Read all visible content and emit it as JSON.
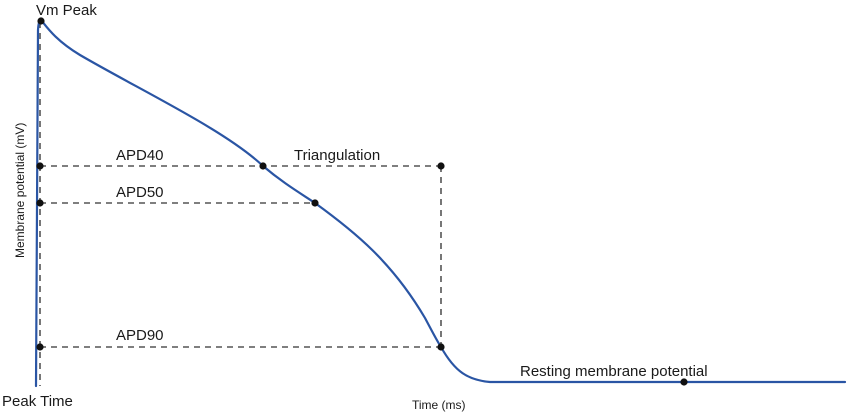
{
  "diagram": {
    "ylabel": "Membrane potential (mV)",
    "xlabel": "Time (ms)",
    "labels": {
      "vm_peak": "Vm Peak",
      "peak_time": "Peak Time",
      "apd40": "APD40",
      "apd50": "APD50",
      "apd90": "APD90",
      "triangulation": "Triangulation",
      "resting": "Resting membrane potential"
    },
    "colors": {
      "curve": "#2a55a4",
      "guides": "#555555",
      "markers": "#111111",
      "text": "#1a1a1a"
    }
  }
}
